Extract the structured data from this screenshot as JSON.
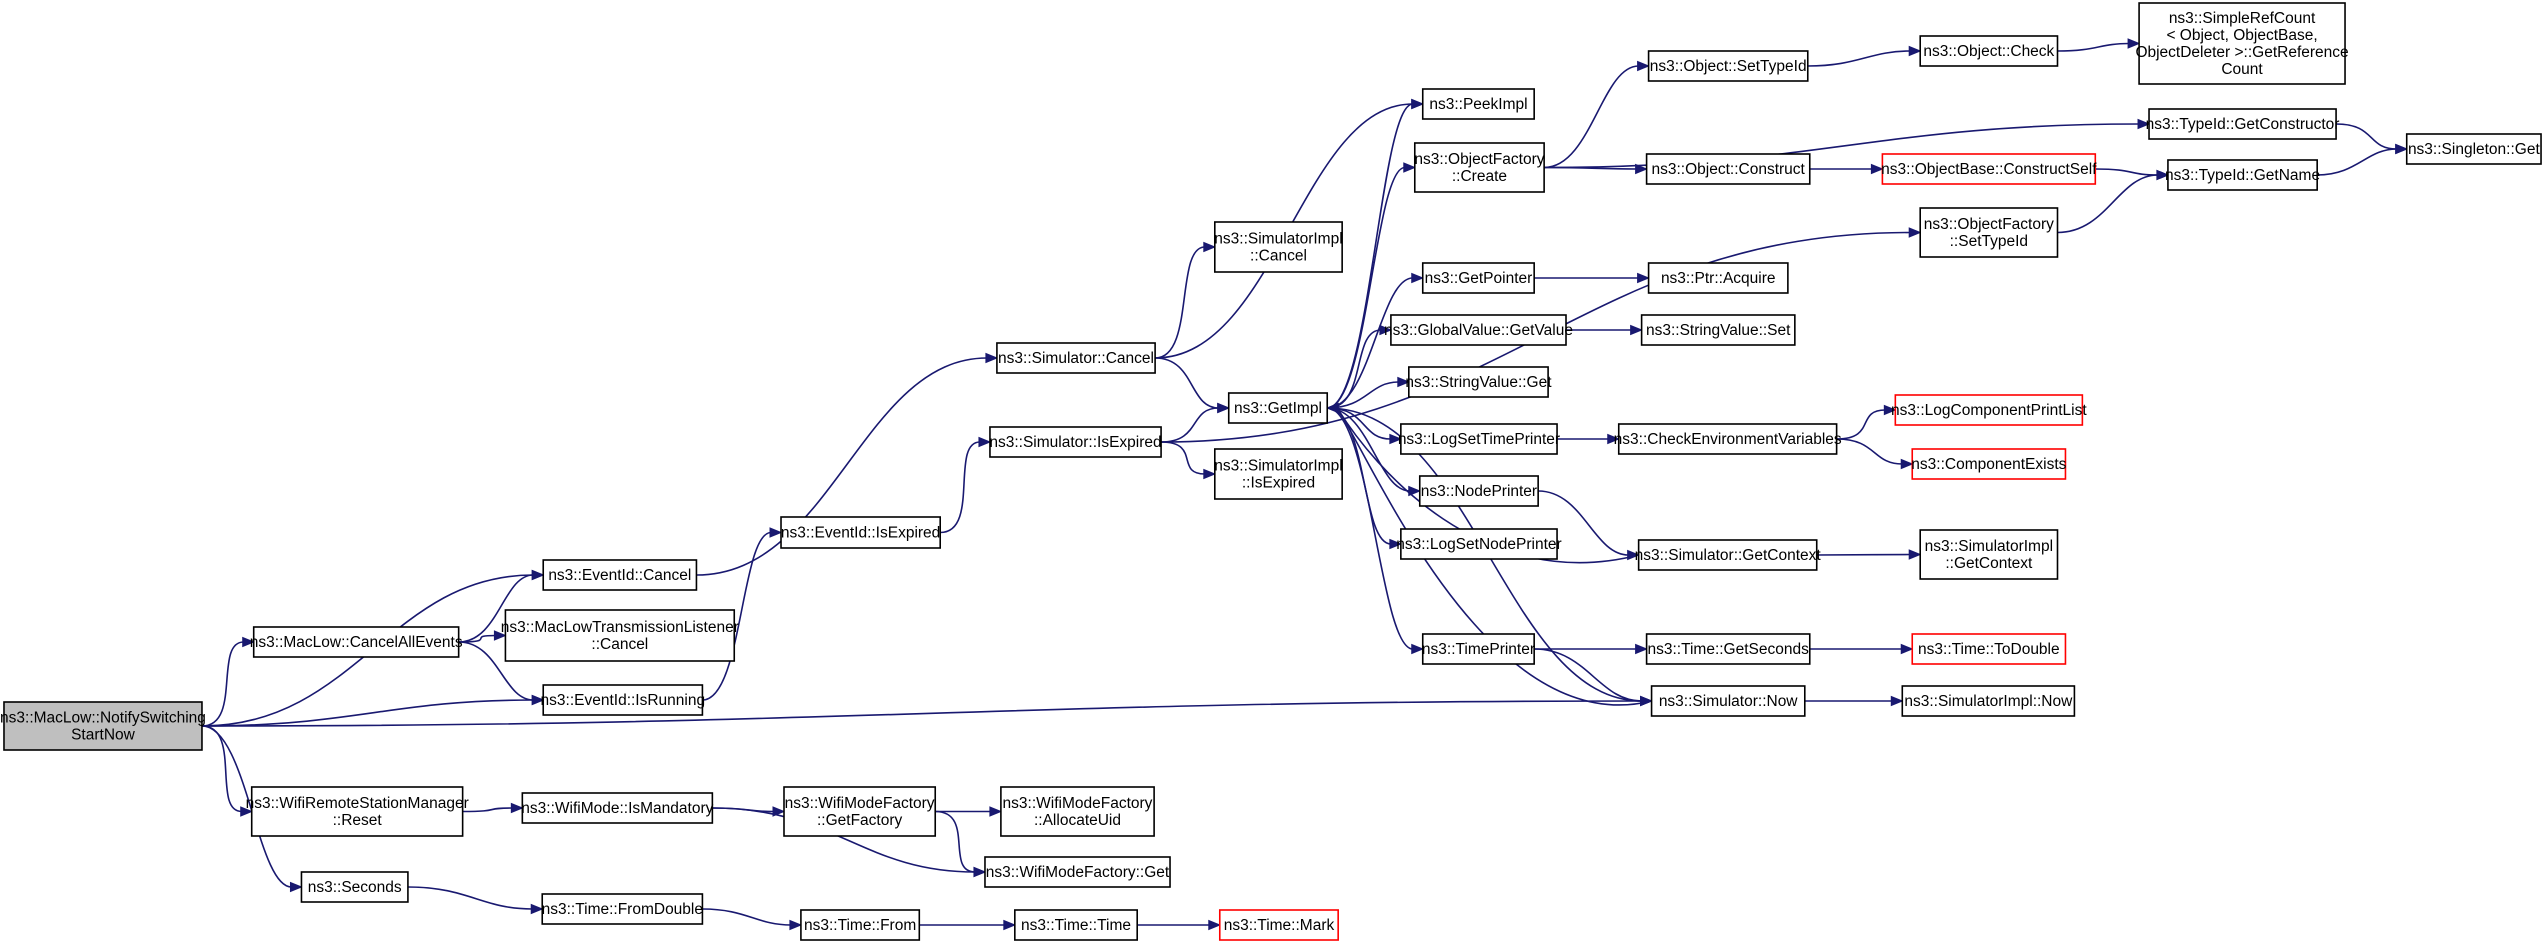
{
  "diagram": {
    "type": "call-graph",
    "nodes": [
      {
        "id": "root",
        "lines": [
          "ns3::MacLow::NotifySwitching",
          "StartNow"
        ],
        "root": true
      },
      {
        "id": "evcancel",
        "lines": [
          "ns3::EventId::Cancel"
        ]
      },
      {
        "id": "cancelall",
        "lines": [
          "ns3::MacLow::CancelAllEvents"
        ]
      },
      {
        "id": "listenercancel",
        "lines": [
          "ns3::MacLowTransmissionListener",
          "::Cancel"
        ]
      },
      {
        "id": "isrunning",
        "lines": [
          "ns3::EventId::IsRunning"
        ]
      },
      {
        "id": "wrsmreset",
        "lines": [
          "ns3::WifiRemoteStationManager",
          "::Reset"
        ]
      },
      {
        "id": "seconds",
        "lines": [
          "ns3::Seconds"
        ]
      },
      {
        "id": "evexpired",
        "lines": [
          "ns3::EventId::IsExpired"
        ]
      },
      {
        "id": "simcancel",
        "lines": [
          "ns3::Simulator::Cancel"
        ]
      },
      {
        "id": "simexpired",
        "lines": [
          "ns3::Simulator::IsExpired"
        ]
      },
      {
        "id": "implcancel",
        "lines": [
          "ns3::SimulatorImpl",
          "::Cancel"
        ]
      },
      {
        "id": "getimpl",
        "lines": [
          "ns3::GetImpl"
        ]
      },
      {
        "id": "implexpired",
        "lines": [
          "ns3::SimulatorImpl",
          "::IsExpired"
        ]
      },
      {
        "id": "peekimpl",
        "lines": [
          "ns3::PeekImpl"
        ]
      },
      {
        "id": "ofcreate",
        "lines": [
          "ns3::ObjectFactory",
          "::Create"
        ]
      },
      {
        "id": "getpointer",
        "lines": [
          "ns3::GetPointer"
        ]
      },
      {
        "id": "gvgetvalue",
        "lines": [
          "ns3::GlobalValue::GetValue"
        ]
      },
      {
        "id": "svget",
        "lines": [
          "ns3::StringValue::Get"
        ]
      },
      {
        "id": "logsettime",
        "lines": [
          "ns3::LogSetTimePrinter"
        ]
      },
      {
        "id": "nodeprinter",
        "lines": [
          "ns3::NodePrinter"
        ]
      },
      {
        "id": "logsetnode",
        "lines": [
          "ns3::LogSetNodePrinter"
        ]
      },
      {
        "id": "timeprinter",
        "lines": [
          "ns3::TimePrinter"
        ]
      },
      {
        "id": "objsettypeid",
        "lines": [
          "ns3::Object::SetTypeId"
        ]
      },
      {
        "id": "objconstruct",
        "lines": [
          "ns3::Object::Construct"
        ]
      },
      {
        "id": "ptracquire",
        "lines": [
          "ns3::Ptr::Acquire"
        ]
      },
      {
        "id": "svset",
        "lines": [
          "ns3::StringValue::Set"
        ]
      },
      {
        "id": "checkenv",
        "lines": [
          "ns3::CheckEnvironmentVariables"
        ]
      },
      {
        "id": "simgetctx",
        "lines": [
          "ns3::Simulator::GetContext"
        ]
      },
      {
        "id": "timegetsec",
        "lines": [
          "ns3::Time::GetSeconds"
        ]
      },
      {
        "id": "simnow",
        "lines": [
          "ns3::Simulator::Now"
        ]
      },
      {
        "id": "objcheck",
        "lines": [
          "ns3::Object::Check"
        ]
      },
      {
        "id": "obconstructself",
        "lines": [
          "ns3::ObjectBase::ConstructSelf"
        ],
        "truncated": true
      },
      {
        "id": "ofsettypeid",
        "lines": [
          "ns3::ObjectFactory",
          "::SetTypeId"
        ]
      },
      {
        "id": "logcompprint",
        "lines": [
          "ns3::LogComponentPrintList"
        ],
        "truncated": true
      },
      {
        "id": "compexists",
        "lines": [
          "ns3::ComponentExists"
        ],
        "truncated": true
      },
      {
        "id": "implgetctx",
        "lines": [
          "ns3::SimulatorImpl",
          "::GetContext"
        ]
      },
      {
        "id": "timetodouble",
        "lines": [
          "ns3::Time::ToDouble"
        ],
        "truncated": true
      },
      {
        "id": "implnow",
        "lines": [
          "ns3::SimulatorImpl::Now"
        ]
      },
      {
        "id": "refcount",
        "lines": [
          "ns3::SimpleRefCount",
          "< Object, ObjectBase,",
          " ObjectDeleter >::GetReference",
          "Count"
        ]
      },
      {
        "id": "getconstructor",
        "lines": [
          "ns3::TypeId::GetConstructor"
        ]
      },
      {
        "id": "getname",
        "lines": [
          "ns3::TypeId::GetName"
        ]
      },
      {
        "id": "singleton",
        "lines": [
          "ns3::Singleton::Get"
        ]
      },
      {
        "id": "ismandatory",
        "lines": [
          "ns3::WifiMode::IsMandatory"
        ]
      },
      {
        "id": "wmfgetfactory",
        "lines": [
          "ns3::WifiModeFactory",
          "::GetFactory"
        ]
      },
      {
        "id": "allocuid",
        "lines": [
          "ns3::WifiModeFactory",
          "::AllocateUid"
        ]
      },
      {
        "id": "wmfget",
        "lines": [
          "ns3::WifiModeFactory::Get"
        ]
      },
      {
        "id": "fromdouble",
        "lines": [
          "ns3::Time::FromDouble"
        ]
      },
      {
        "id": "timefrom",
        "lines": [
          "ns3::Time::From"
        ]
      },
      {
        "id": "timetime",
        "lines": [
          "ns3::Time::Time"
        ]
      },
      {
        "id": "timemark",
        "lines": [
          "ns3::Time::Mark"
        ],
        "truncated": true
      }
    ],
    "edges": [
      [
        "root",
        "evcancel"
      ],
      [
        "root",
        "cancelall"
      ],
      [
        "root",
        "isrunning"
      ],
      [
        "root",
        "simnow"
      ],
      [
        "root",
        "wrsmreset"
      ],
      [
        "root",
        "seconds"
      ],
      [
        "cancelall",
        "evcancel"
      ],
      [
        "cancelall",
        "listenercancel"
      ],
      [
        "cancelall",
        "isrunning"
      ],
      [
        "evcancel",
        "simcancel"
      ],
      [
        "isrunning",
        "evexpired"
      ],
      [
        "evexpired",
        "simexpired"
      ],
      [
        "simcancel",
        "implcancel"
      ],
      [
        "simcancel",
        "getimpl"
      ],
      [
        "simcancel",
        "peekimpl"
      ],
      [
        "simexpired",
        "getimpl"
      ],
      [
        "simexpired",
        "implexpired"
      ],
      [
        "simexpired",
        "ofsettypeid"
      ],
      [
        "getimpl",
        "peekimpl"
      ],
      [
        "getimpl",
        "ofcreate"
      ],
      [
        "getimpl",
        "getpointer"
      ],
      [
        "getimpl",
        "gvgetvalue"
      ],
      [
        "getimpl",
        "svget"
      ],
      [
        "getimpl",
        "logsettime"
      ],
      [
        "getimpl",
        "nodeprinter"
      ],
      [
        "getimpl",
        "logsetnode"
      ],
      [
        "getimpl",
        "timeprinter"
      ],
      [
        "getimpl",
        "simnow"
      ],
      [
        "ofcreate",
        "objsettypeid"
      ],
      [
        "ofcreate",
        "objconstruct"
      ],
      [
        "ofcreate",
        "getconstructor"
      ],
      [
        "objsettypeid",
        "objcheck"
      ],
      [
        "objcheck",
        "refcount"
      ],
      [
        "objconstruct",
        "obconstructself"
      ],
      [
        "obconstructself",
        "getname"
      ],
      [
        "ofsettypeid",
        "getname"
      ],
      [
        "getconstructor",
        "singleton"
      ],
      [
        "getname",
        "singleton"
      ],
      [
        "getpointer",
        "ptracquire"
      ],
      [
        "gvgetvalue",
        "svset"
      ],
      [
        "logsettime",
        "checkenv"
      ],
      [
        "checkenv",
        "logcompprint"
      ],
      [
        "checkenv",
        "compexists"
      ],
      [
        "nodeprinter",
        "simgetctx"
      ],
      [
        "simgetctx",
        "getimpl"
      ],
      [
        "simgetctx",
        "implgetctx"
      ],
      [
        "timeprinter",
        "timegetsec"
      ],
      [
        "timeprinter",
        "simnow"
      ],
      [
        "timegetsec",
        "timetodouble"
      ],
      [
        "simnow",
        "getimpl"
      ],
      [
        "simnow",
        "implnow"
      ],
      [
        "wrsmreset",
        "ismandatory"
      ],
      [
        "ismandatory",
        "wmfgetfactory"
      ],
      [
        "ismandatory",
        "wmfget"
      ],
      [
        "wmfgetfactory",
        "allocuid"
      ],
      [
        "wmfgetfactory",
        "wmfget"
      ],
      [
        "seconds",
        "fromdouble"
      ],
      [
        "fromdouble",
        "timefrom"
      ],
      [
        "timefrom",
        "timetime"
      ],
      [
        "timetime",
        "timemark"
      ]
    ],
    "colors": {
      "edge": "#191970",
      "node_border": "#000000",
      "node_fill": "#ffffff",
      "root_fill": "#bfbfbf",
      "truncated_border": "#ff0000",
      "text": "#000000"
    }
  }
}
